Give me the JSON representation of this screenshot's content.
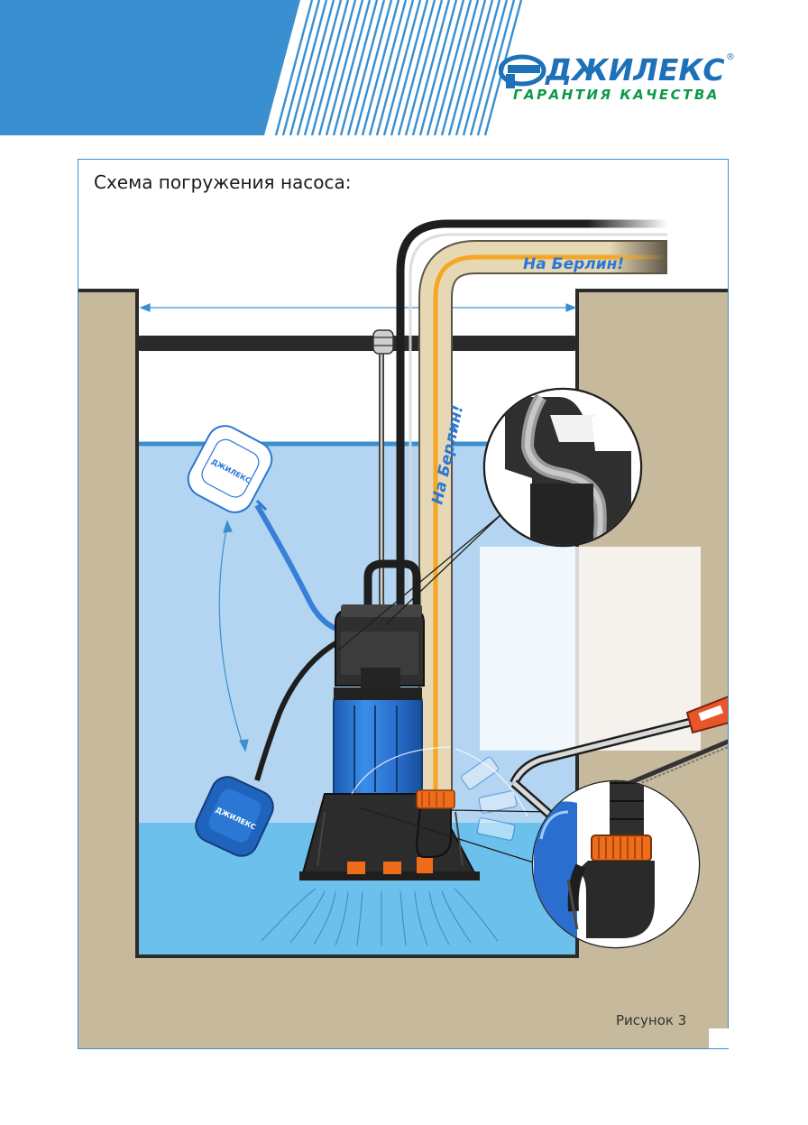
{
  "header": {
    "brand_name": "ДЖИЛЕКС",
    "brand_reg_mark": "®",
    "brand_tagline": "ГАРАНТИЯ КАЧЕСТВА"
  },
  "diagram": {
    "title": "Схема погружения насоса:",
    "hose_print": "На Берлин!",
    "float_brand": "ДЖИЛЕКС",
    "figure_label": "Рисунок 3"
  },
  "colors": {
    "header_blue": "#3a8fd0",
    "brand_blue": "#1d71b8",
    "brand_green": "#0a9a4a",
    "ground": "#c7b99c",
    "water_light": "#b3d5f1",
    "water_deep": "#6cc0ec",
    "pump_blue": "#2a77d4",
    "hose_beige": "#e6d8b5",
    "hose_stripe": "#f5a623",
    "saw_orange": "#e8552b"
  },
  "icons": {
    "logo": "jilex-logo-icon",
    "pump": "submersible-pump-icon",
    "float_switch": "float-switch-icon",
    "hacksaw": "hacksaw-icon"
  }
}
